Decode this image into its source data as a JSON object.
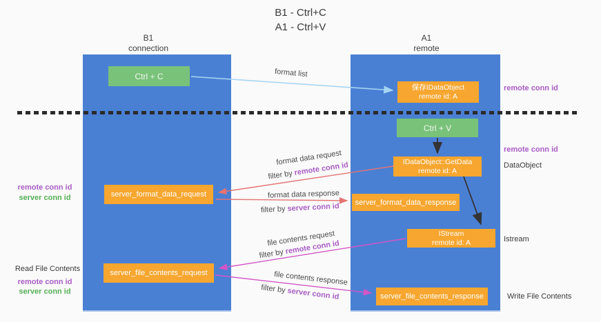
{
  "title": {
    "line1": "B1 - Ctrl+C",
    "line2": "A1 - Ctrl+V"
  },
  "columns": {
    "left": {
      "name": "B1",
      "role": "connection"
    },
    "right": {
      "name": "A1",
      "role": "remote"
    }
  },
  "nodes": {
    "ctrl_c": {
      "label": "Ctrl + C"
    },
    "ctrl_v": {
      "label": "Ctrl + V"
    },
    "save_dataobject": {
      "line1": "保存IDataObject",
      "line2": "remote id: A"
    },
    "getdata": {
      "line1": "IDataObject::GetData",
      "line2": "remote id: A"
    },
    "istream": {
      "line1": "IStream",
      "line2": "remote id: A"
    },
    "format_request": {
      "label": "server_format_data_request"
    },
    "format_response": {
      "label": "server_format_data_response"
    },
    "file_request": {
      "label": "server_file_contents_request"
    },
    "file_response": {
      "label": "server_file_contents_response"
    }
  },
  "labels": {
    "remote_conn_id": "remote conn id",
    "server_conn_id": "server conn id",
    "dataobject": "DataObject",
    "istream": "Istream",
    "read_file_contents": "Read File Contents",
    "write_file_contents": "Write File Contents"
  },
  "arrows": {
    "format_list": "format list",
    "format_data_request": "format data request",
    "format_data_response": "format data response",
    "file_contents_request": "file contents request",
    "file_contents_response": "file contents response",
    "filter_by": "filter by "
  },
  "colors": {
    "column_blue": "#4a80d4",
    "node_green": "#79c279",
    "node_orange": "#f7a62f",
    "arrow_salmon": "#e57373",
    "arrow_magenta": "#d355c8",
    "arrow_lightblue": "#a5d5f2",
    "arrow_black": "#333333",
    "text_purple": "#a95cc4",
    "text_green": "#55b055",
    "divider_dark": "#2b2b2b"
  }
}
